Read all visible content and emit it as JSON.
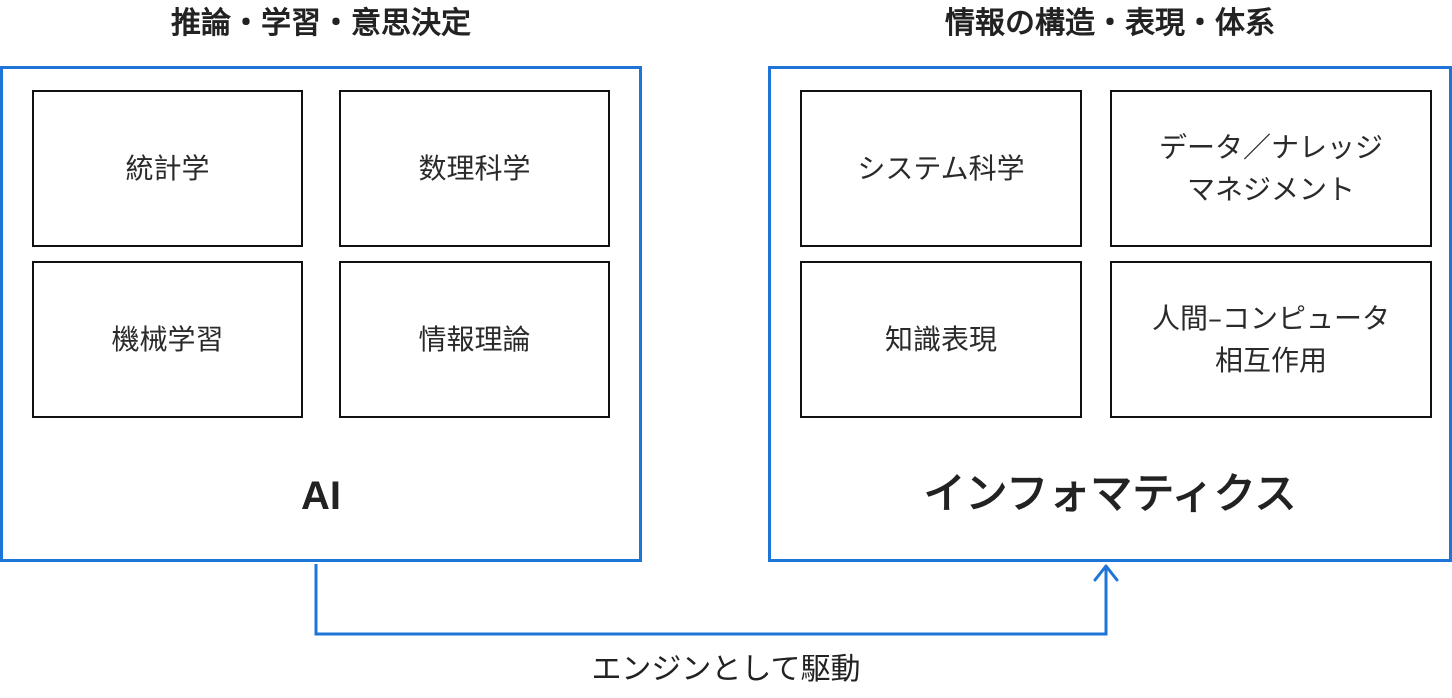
{
  "colors": {
    "accent": "#1f74d8",
    "box_border": "#111111",
    "text": "#222222"
  },
  "groups": [
    {
      "heading": "推論・学習・意思決定",
      "title": "AI",
      "items": [
        {
          "label": "統計学"
        },
        {
          "label": "数理科学"
        },
        {
          "label": "機械学習"
        },
        {
          "label": "情報理論"
        }
      ]
    },
    {
      "heading": "情報の構造・表現・体系",
      "title": "インフォマティクス",
      "items": [
        {
          "label": "システム科学"
        },
        {
          "label": "データ／ナレッジ\nマネジメント"
        },
        {
          "label": "知識表現"
        },
        {
          "label": "人間–コンピュータ\n相互作用"
        }
      ]
    }
  ],
  "connector": {
    "label": "エンジンとして駆動",
    "from": "AI",
    "to": "インフォマティクス",
    "icon": "arrow-up-icon"
  }
}
